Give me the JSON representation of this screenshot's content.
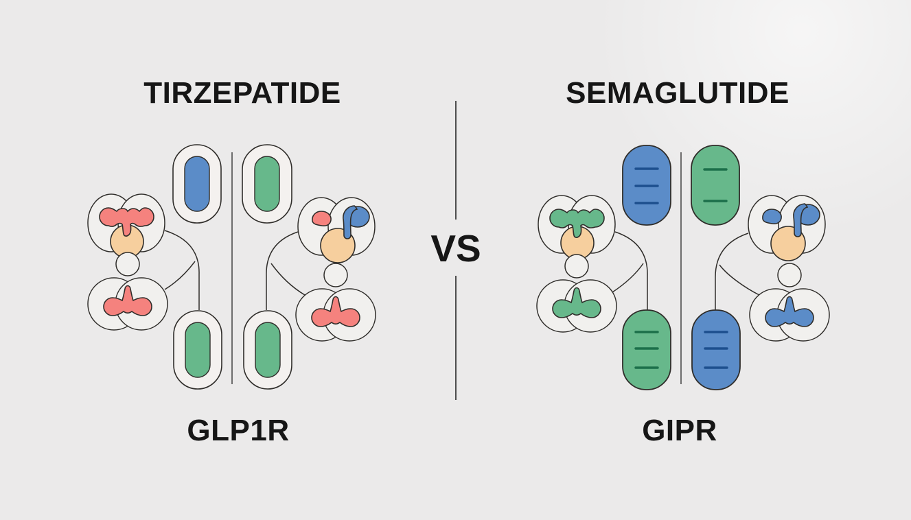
{
  "comparison": {
    "left": {
      "title": "TIRZEPATIDE",
      "receptor_label": "GLP1R"
    },
    "versus": "VS",
    "right": {
      "title": "SEMAGLUTIDE",
      "receptor_label": "GIPR"
    }
  },
  "colors": {
    "background": "#ebeaea",
    "ink": "#2f2d2a",
    "text": "#161616",
    "blue": "#5b8cc8",
    "green": "#67b88b",
    "salmon": "#f5827e",
    "peach": "#f6cf9e",
    "dash_blue": "#1d4f8e",
    "dash_green": "#1c6f4a",
    "cloud_fill": "#f1f0ee",
    "capsule_well": "#f4f1ef",
    "divider": "#4d4d4d"
  }
}
